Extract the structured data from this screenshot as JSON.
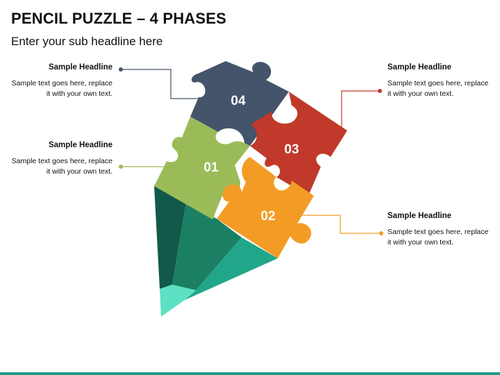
{
  "title": "PENCIL PUZZLE – 4 PHASES",
  "subtitle": "Enter your sub headline here",
  "callouts": [
    {
      "headline": "Sample Headline",
      "text": "Sample text goes here, replace it with your own text.",
      "color": "#44546a"
    },
    {
      "headline": "Sample Headline",
      "text": "Sample text goes here, replace it with your own text.",
      "color": "#9bbb59"
    },
    {
      "headline": "Sample Headline",
      "text": "Sample text goes here, replace it with your own text.",
      "color": "#c0392b"
    },
    {
      "headline": "Sample Headline",
      "text": "Sample text goes here, replace it with your own text.",
      "color": "#f39c25"
    }
  ],
  "pieces": [
    {
      "label": "01",
      "color": "#9bbb59"
    },
    {
      "label": "02",
      "color": "#f39c25"
    },
    {
      "label": "03",
      "color": "#c0392b"
    },
    {
      "label": "04",
      "color": "#44546a"
    }
  ],
  "pencil": {
    "colors": {
      "dark": "#13594a",
      "mid": "#1b8063",
      "light": "#22a68a",
      "tip": "#5ee0c4"
    }
  },
  "accent_bar_color": "#1f9e86"
}
